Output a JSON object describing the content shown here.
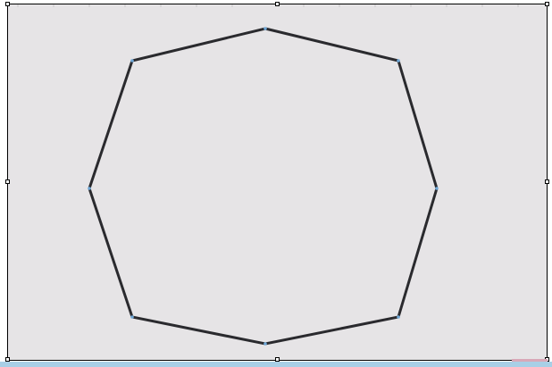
{
  "canvas": {
    "background": "#e6e4e6",
    "selection_frame_color": "#000000"
  },
  "shape": {
    "type": "octagon",
    "stroke_color": "#2a2a2e",
    "vertex_color": "#6fa8d8",
    "vertex_count": 8
  },
  "handles": {
    "names": [
      "resize-handle-top-left",
      "resize-handle-top",
      "resize-handle-top-right",
      "resize-handle-left",
      "resize-handle-right",
      "resize-handle-bottom-left",
      "resize-handle-bottom",
      "resize-handle-bottom-right"
    ]
  },
  "status_bar": {
    "color": "#a8cfe6",
    "accent": "#d9a8b8"
  }
}
